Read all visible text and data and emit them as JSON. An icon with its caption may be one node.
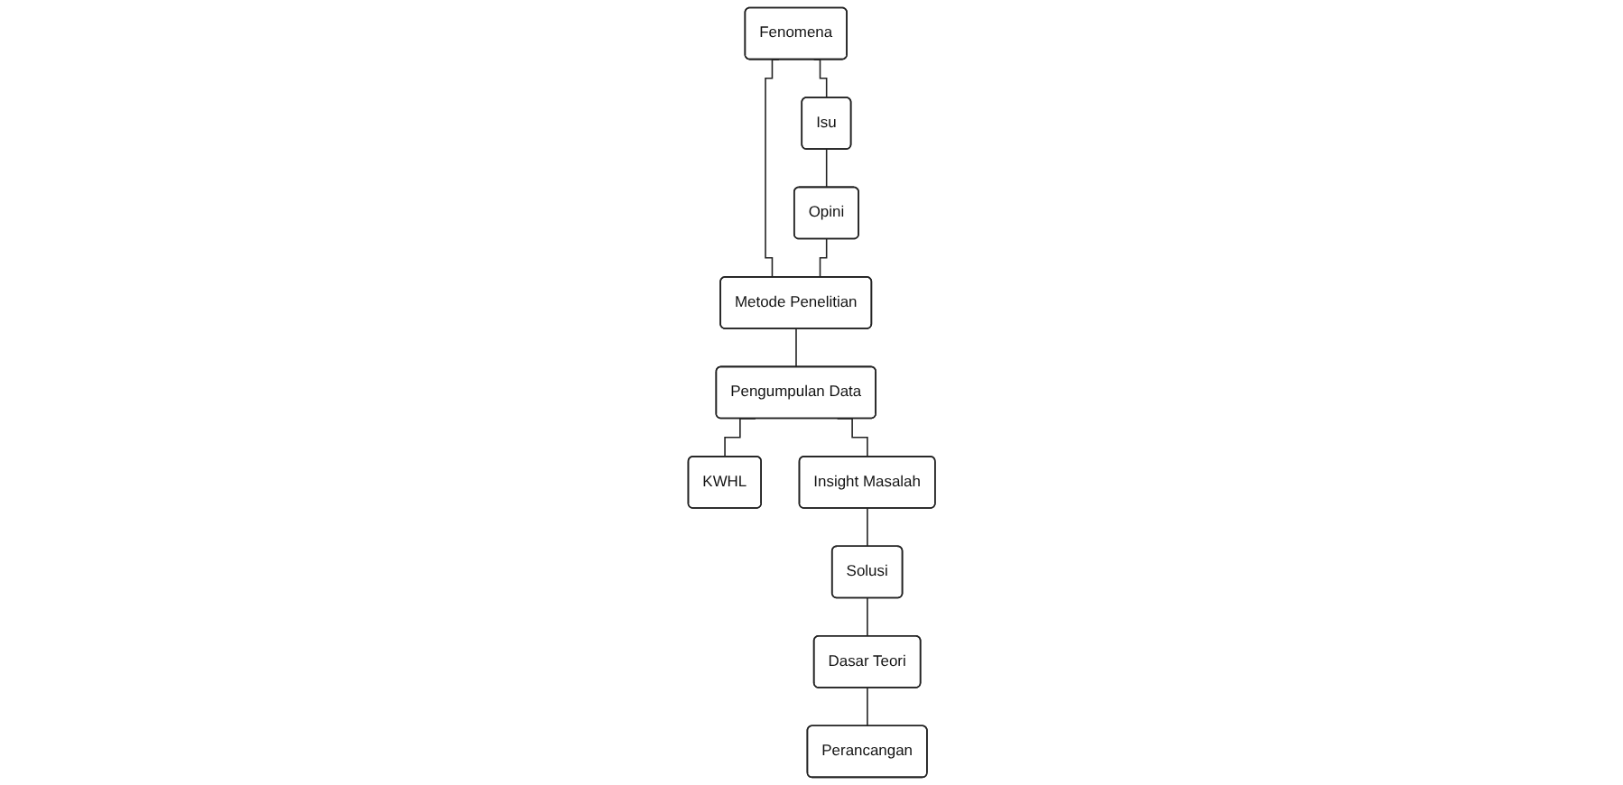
{
  "diagram": {
    "nodes": [
      {
        "text": [
          "Fenomena"
        ]
      },
      {
        "text": [
          "Isu"
        ]
      },
      {
        "text": [
          "Opini"
        ]
      },
      {
        "text": [
          "Metode Penelitian"
        ]
      },
      {
        "text": [
          "Pengumpulan Data"
        ]
      },
      {
        "text": [
          "KWHL"
        ]
      },
      {
        "text": [
          "Insight Masalah"
        ]
      },
      {
        "text": [
          "Solusi"
        ]
      },
      {
        "text": [
          "Dasar Teori"
        ]
      },
      {
        "text": [
          "Perancangan"
        ]
      }
    ],
    "edges": [
      {
        "from": 0,
        "to": 1,
        "arrow": "none"
      },
      {
        "from": 1,
        "to": 2,
        "arrow": "none"
      },
      {
        "from": 0,
        "to": 3,
        "arrow": "none"
      },
      {
        "from": 2,
        "to": 3,
        "arrow": "none"
      },
      {
        "from": 3,
        "to": 4,
        "arrow": "none"
      },
      {
        "from": 4,
        "to": 5,
        "arrow": "none"
      },
      {
        "from": 4,
        "to": 6,
        "arrow": "none"
      },
      {
        "from": 6,
        "to": 7,
        "arrow": "none"
      },
      {
        "from": 7,
        "to": 8,
        "arrow": "none"
      },
      {
        "from": 8,
        "to": 9,
        "arrow": "none"
      }
    ]
  }
}
